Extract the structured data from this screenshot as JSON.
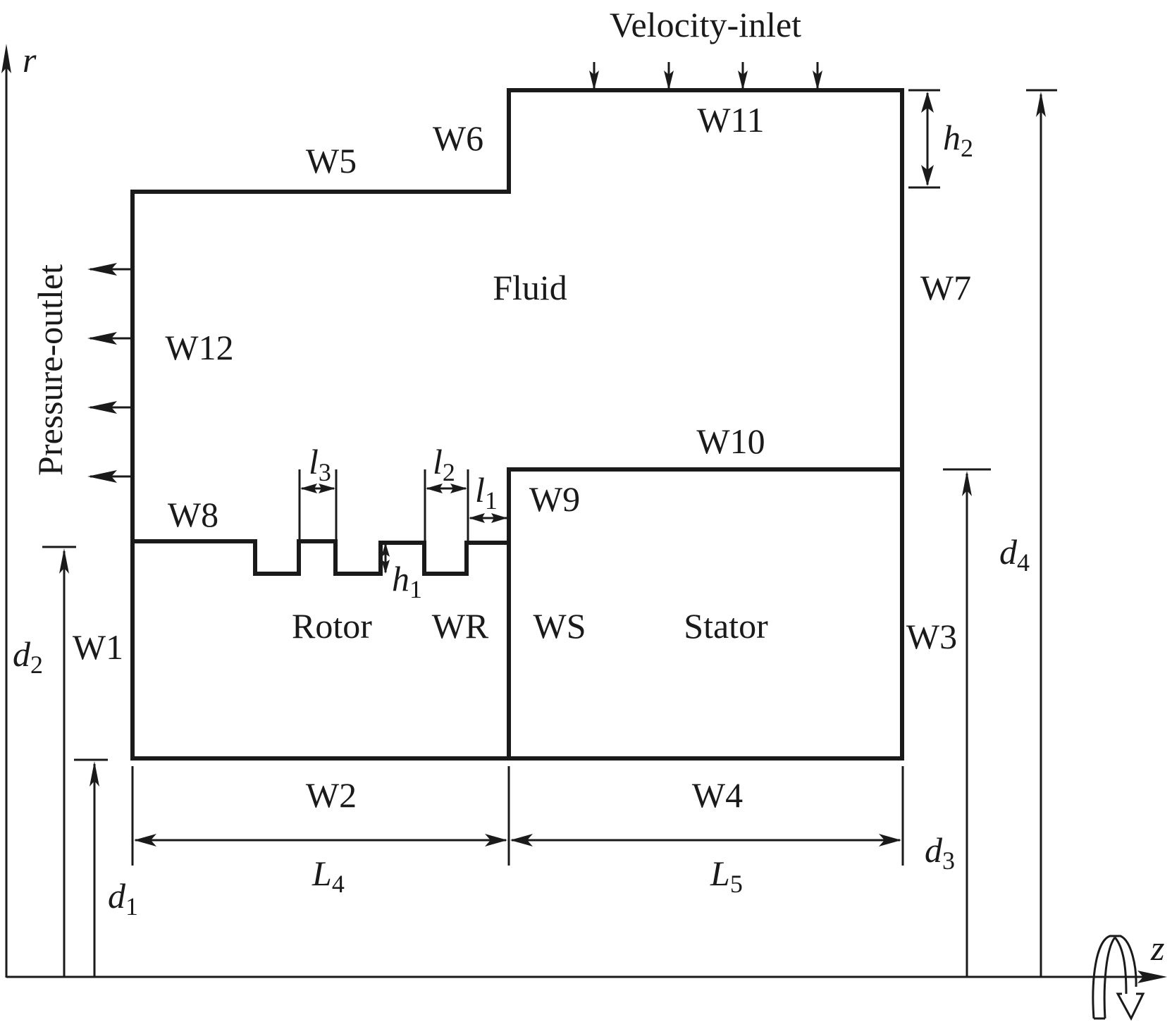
{
  "axes": {
    "r_label": "r",
    "z_label": "z",
    "rotation_icon": "rotation-about-z-axis-icon"
  },
  "boundaries": {
    "velocity_inlet": "Velocity-inlet",
    "pressure_outlet": "Pressure-outlet"
  },
  "walls": {
    "W1": "W1",
    "W2": "W2",
    "W3": "W3",
    "W4": "W4",
    "W5": "W5",
    "W6": "W6",
    "W7": "W7",
    "W8": "W8",
    "W9": "W9",
    "W10": "W10",
    "W11": "W11",
    "W12": "W12",
    "WR": "WR",
    "WS": "WS"
  },
  "regions": {
    "fluid": "Fluid",
    "rotor": "Rotor",
    "stator": "Stator"
  },
  "dimensions": {
    "h1": {
      "base": "h",
      "sub": "1"
    },
    "h2": {
      "base": "h",
      "sub": "2"
    },
    "l1": {
      "base": "l",
      "sub": "1"
    },
    "l2": {
      "base": "l",
      "sub": "2"
    },
    "l3": {
      "base": "l",
      "sub": "3"
    },
    "L4": {
      "base": "L",
      "sub": "4"
    },
    "L5": {
      "base": "L",
      "sub": "5"
    },
    "d1": {
      "base": "d",
      "sub": "1"
    },
    "d2": {
      "base": "d",
      "sub": "2"
    },
    "d3": {
      "base": "d",
      "sub": "3"
    },
    "d4": {
      "base": "d",
      "sub": "4"
    }
  }
}
